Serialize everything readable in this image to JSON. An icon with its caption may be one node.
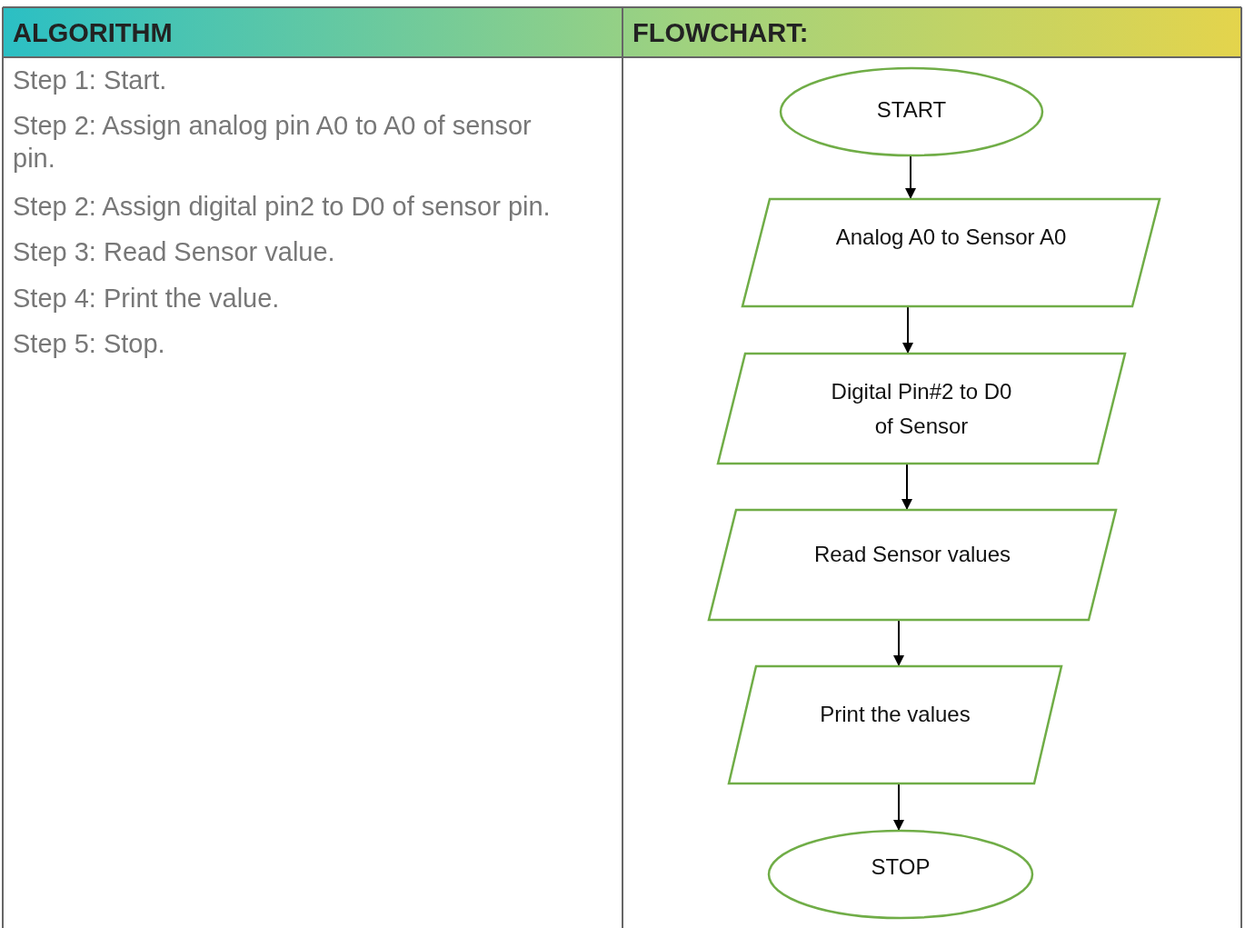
{
  "diagram": {
    "nodes": [
      {
        "text": [
          "START"
        ]
      },
      {
        "text": [
          "Analog A0 to Sensor A0"
        ]
      },
      {
        "text": [
          "Digital Pin#2 to D0 of Sensor"
        ]
      },
      {
        "text": [
          "Read Sensor values"
        ]
      },
      {
        "text": [
          "Print the values"
        ]
      },
      {
        "text": [
          "STOP"
        ]
      }
    ],
    "edges": [
      {
        "from": 0,
        "to": 1,
        "arrow": "to"
      },
      {
        "from": 1,
        "to": 2,
        "arrow": "to"
      },
      {
        "from": 2,
        "to": 3,
        "arrow": "to"
      },
      {
        "from": 3,
        "to": 4,
        "arrow": "to"
      },
      {
        "from": 4,
        "to": 5,
        "arrow": "to"
      }
    ],
    "labels": [
      "ALGORITHM",
      "FLOWCHART:",
      "Step 1: Start.",
      "Step 2: Assign analog pin A0 to A0 of sensor pin.",
      "Step 2: Assign digital pin2 to D0 of sensor pin.",
      "Step 3: Read Sensor value.",
      "Step 4: Print the value.",
      "Step 5: Stop."
    ]
  }
}
